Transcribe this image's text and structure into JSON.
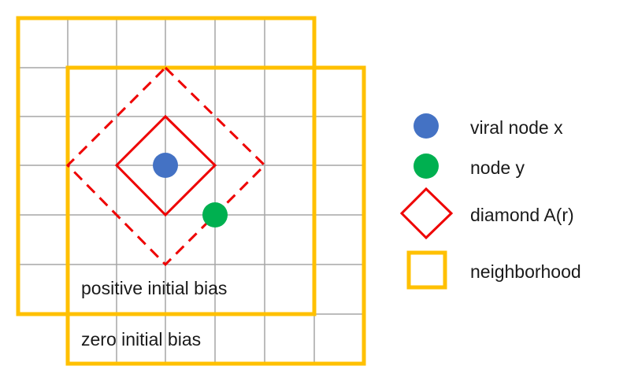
{
  "labels": {
    "positive_bias": "positive initial bias",
    "zero_bias": "zero initial bias"
  },
  "legend": [
    {
      "key": "viral",
      "text": "viral node x",
      "symbol": "blue-dot-icon",
      "color": "#4472C4"
    },
    {
      "key": "nodey",
      "text": "node y",
      "symbol": "green-dot-icon",
      "color": "#00B050"
    },
    {
      "key": "diamond",
      "text": "diamond A(r)",
      "symbol": "red-diamond-icon",
      "color": "#EE0000"
    },
    {
      "key": "neigh",
      "text": "neighborhood",
      "symbol": "gold-square-icon",
      "color": "#FFC000"
    }
  ],
  "colors": {
    "grid": "#A6A6A6",
    "neighborhood": "#FFC000",
    "diamond": "#EE0000",
    "viral_node": "#4472C4",
    "node_y": "#00B050"
  }
}
